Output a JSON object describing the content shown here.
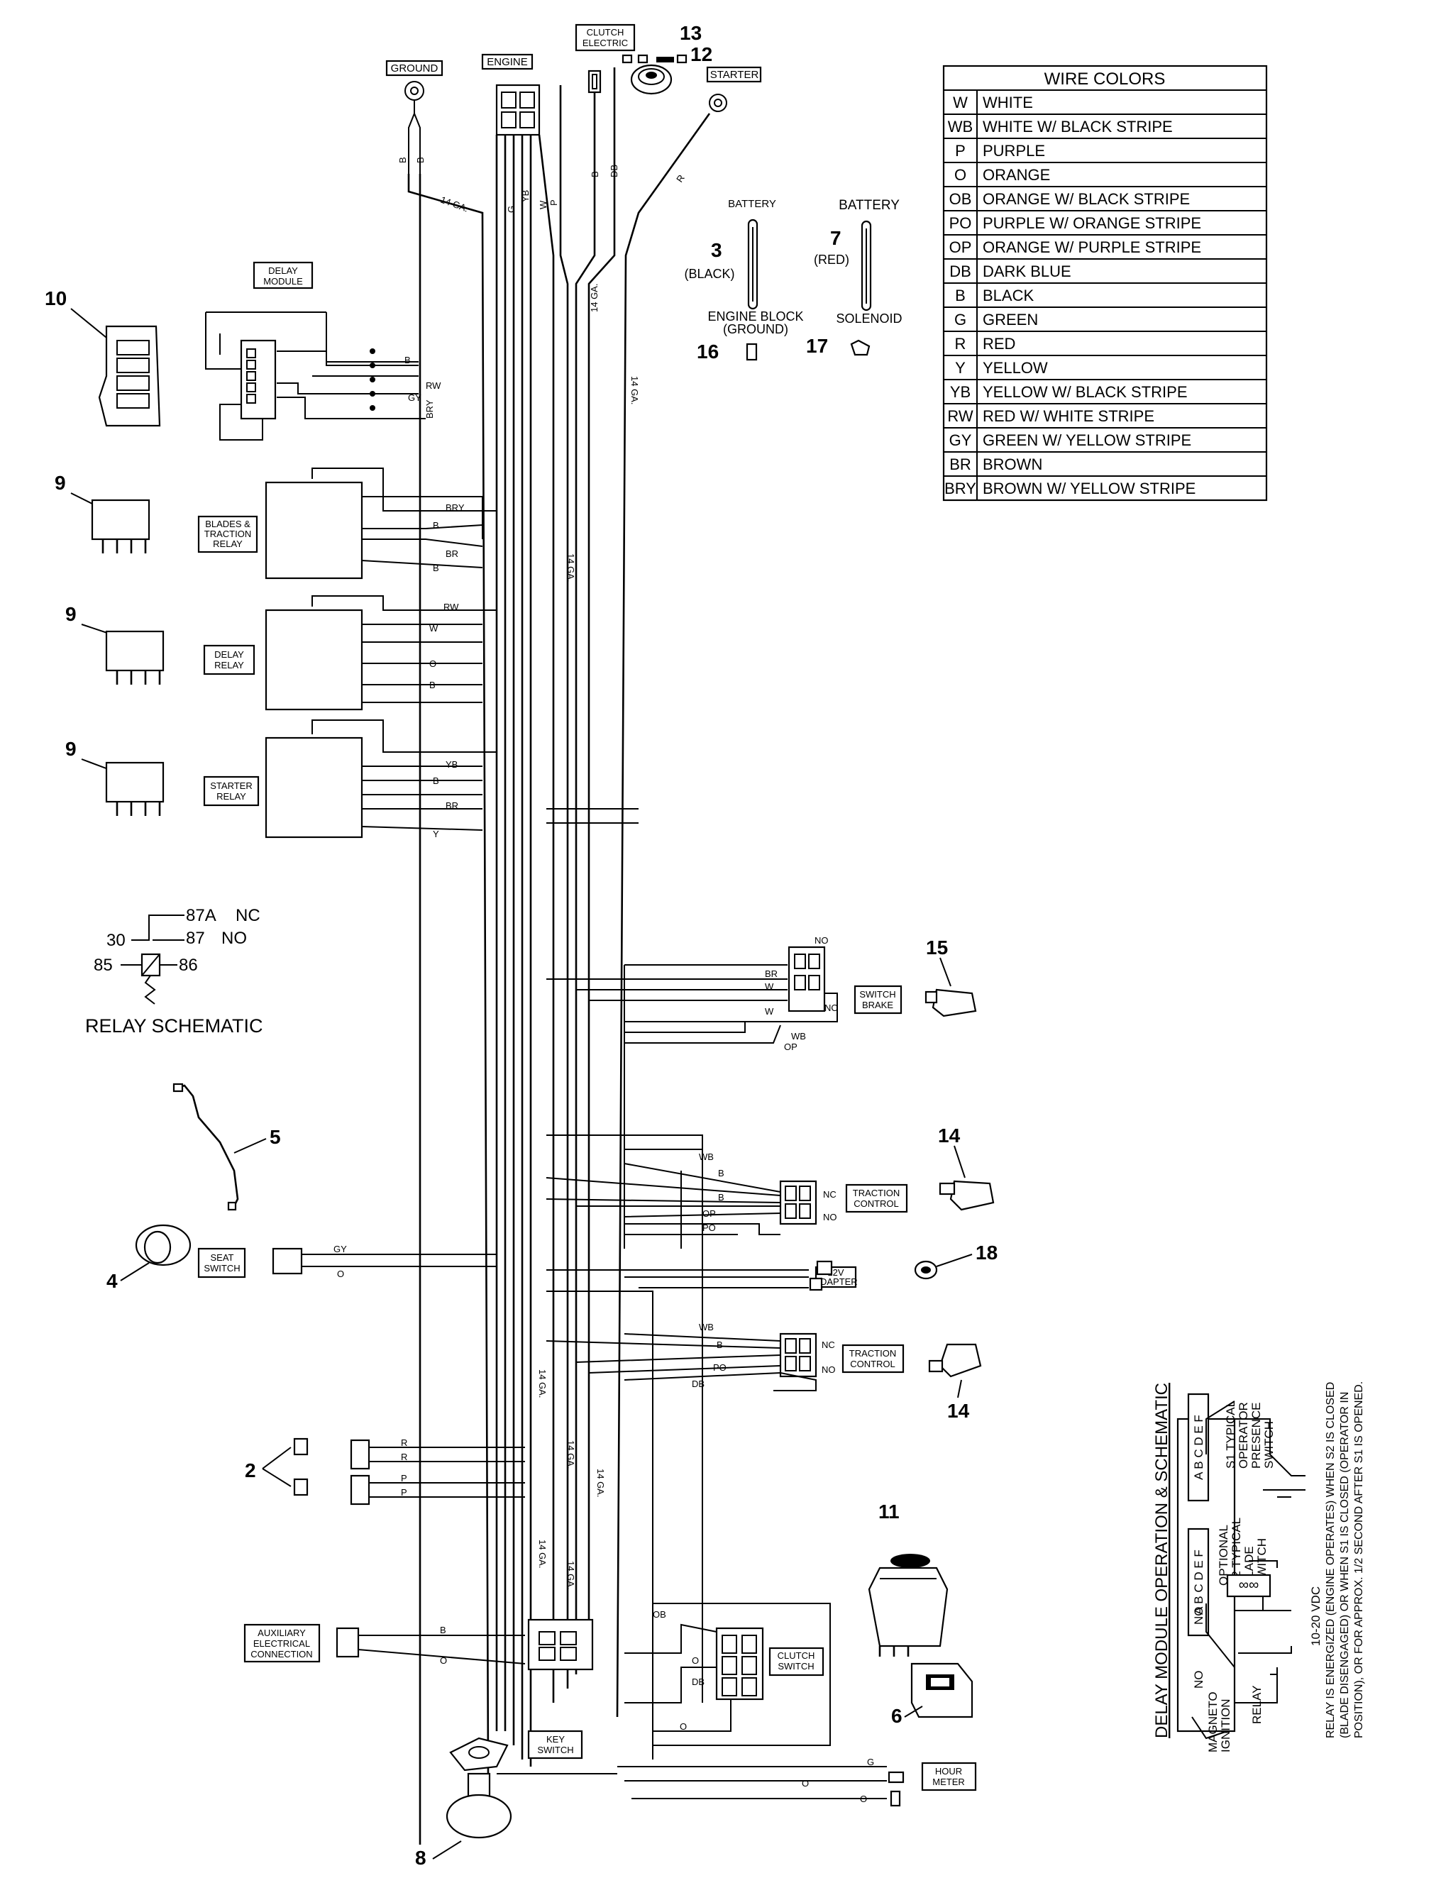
{
  "wire_colors": {
    "title": "WIRE COLORS",
    "rows": [
      {
        "code": "W",
        "name": "WHITE"
      },
      {
        "code": "WB",
        "name": "WHITE W/ BLACK STRIPE"
      },
      {
        "code": "P",
        "name": "PURPLE"
      },
      {
        "code": "O",
        "name": "ORANGE"
      },
      {
        "code": "OB",
        "name": "ORANGE W/ BLACK STRIPE"
      },
      {
        "code": "PO",
        "name": "PURPLE W/ ORANGE STRIPE"
      },
      {
        "code": "OP",
        "name": "ORANGE W/ PURPLE STRIPE"
      },
      {
        "code": "DB",
        "name": "DARK BLUE"
      },
      {
        "code": "B",
        "name": "BLACK"
      },
      {
        "code": "G",
        "name": "GREEN"
      },
      {
        "code": "R",
        "name": "RED"
      },
      {
        "code": "Y",
        "name": "YELLOW"
      },
      {
        "code": "YB",
        "name": "YELLOW W/ BLACK STRIPE"
      },
      {
        "code": "RW",
        "name": "RED W/ WHITE STRIPE"
      },
      {
        "code": "GY",
        "name": "GREEN W/ YELLOW STRIPE"
      },
      {
        "code": "BR",
        "name": "BROWN"
      },
      {
        "code": "BRY",
        "name": "BROWN W/ YELLOW STRIPE"
      }
    ]
  },
  "labels": {
    "ground": "GROUND",
    "engine": "ENGINE",
    "clutch_electric_1": "CLUTCH",
    "clutch_electric_2": "ELECTRIC",
    "starter": "STARTER",
    "delay_module_1": "DELAY",
    "delay_module_2": "MODULE",
    "blades_relay_1": "BLADES &",
    "blades_relay_2": "TRACTION",
    "blades_relay_3": "RELAY",
    "delay_relay_1": "DELAY",
    "delay_relay_2": "RELAY",
    "starter_relay_1": "STARTER",
    "starter_relay_2": "RELAY",
    "switch_brake_1": "SWITCH",
    "switch_brake_2": "BRAKE",
    "traction_control_1": "TRACTION",
    "traction_control_2": "CONTROL",
    "adapter_1": "12V",
    "adapter_2": "ADAPTER",
    "seat_switch_1": "SEAT",
    "seat_switch_2": "SWITCH",
    "aux_1": "AUXILIARY",
    "aux_2": "ELECTRICAL",
    "aux_3": "CONNECTION",
    "clutch_switch_1": "CLUTCH",
    "clutch_switch_2": "SWITCH",
    "key_switch_1": "KEY",
    "key_switch_2": "SWITCH",
    "hour_meter_1": "HOUR",
    "hour_meter_2": "METER",
    "battery": "BATTERY",
    "black": "(BLACK)",
    "red": "(RED)",
    "engine_block_1": "ENGINE BLOCK",
    "engine_block_2": "(GROUND)",
    "solenoid": "SOLENOID",
    "gauge_14": "14 GA."
  },
  "callouts": {
    "c2": "2",
    "c3": "3",
    "c4": "4",
    "c5": "5",
    "c6": "6",
    "c7": "7",
    "c8": "8",
    "c9": "9",
    "c10": "10",
    "c11": "11",
    "c12": "12",
    "c13": "13",
    "c14": "14",
    "c15": "15",
    "c16": "16",
    "c17": "17",
    "c18": "18"
  },
  "relay_schematic": {
    "title": "RELAY SCHEMATIC",
    "t30": "30",
    "t87a": "87A",
    "nc": "NC",
    "t87": "87",
    "no": "NO",
    "t85": "85",
    "t86": "86"
  },
  "delay_module_schematic": {
    "title": "DELAY MODULE OPERATION & SCHEMATIC",
    "pins": "A B C D E F",
    "s1_1": "S1 TYPICAL",
    "s1_2": "OPERATOR",
    "s1_3": "PRESENCE",
    "s1_4": "SWITCH",
    "s2_1": "OPTIONAL",
    "s2_2": "S2 TYPICAL",
    "s2_3": "BLADE",
    "s2_4": "SWITCH",
    "no": "NO",
    "vdc": "10-20 VDC",
    "magneto_1": "MAGNETO",
    "magneto_2": "IGNITION",
    "relay": "RELAY",
    "note_1": "RELAY IS ENERGIZED (ENGINE OPERATES) WHEN S2 IS CLOSED",
    "note_2": "(BLADE DISENGAGED) OR WHEN S1 IS CLOSED (OPERATOR IN",
    "note_3": "POSITION), OR FOR APPROX. 1/2 SECOND AFTER S1 IS OPENED."
  },
  "wire_letters": {
    "B": "B",
    "G": "G",
    "YB": "YB",
    "W": "W",
    "P": "P",
    "DB": "DB",
    "R": "R",
    "RW": "RW",
    "GY": "GY",
    "BRY": "BRY",
    "BR": "BR",
    "O": "O",
    "Y": "Y",
    "WB": "WB",
    "OP": "OP",
    "PO": "PO",
    "OB": "OB",
    "NO": "NO",
    "NC": "NC"
  }
}
